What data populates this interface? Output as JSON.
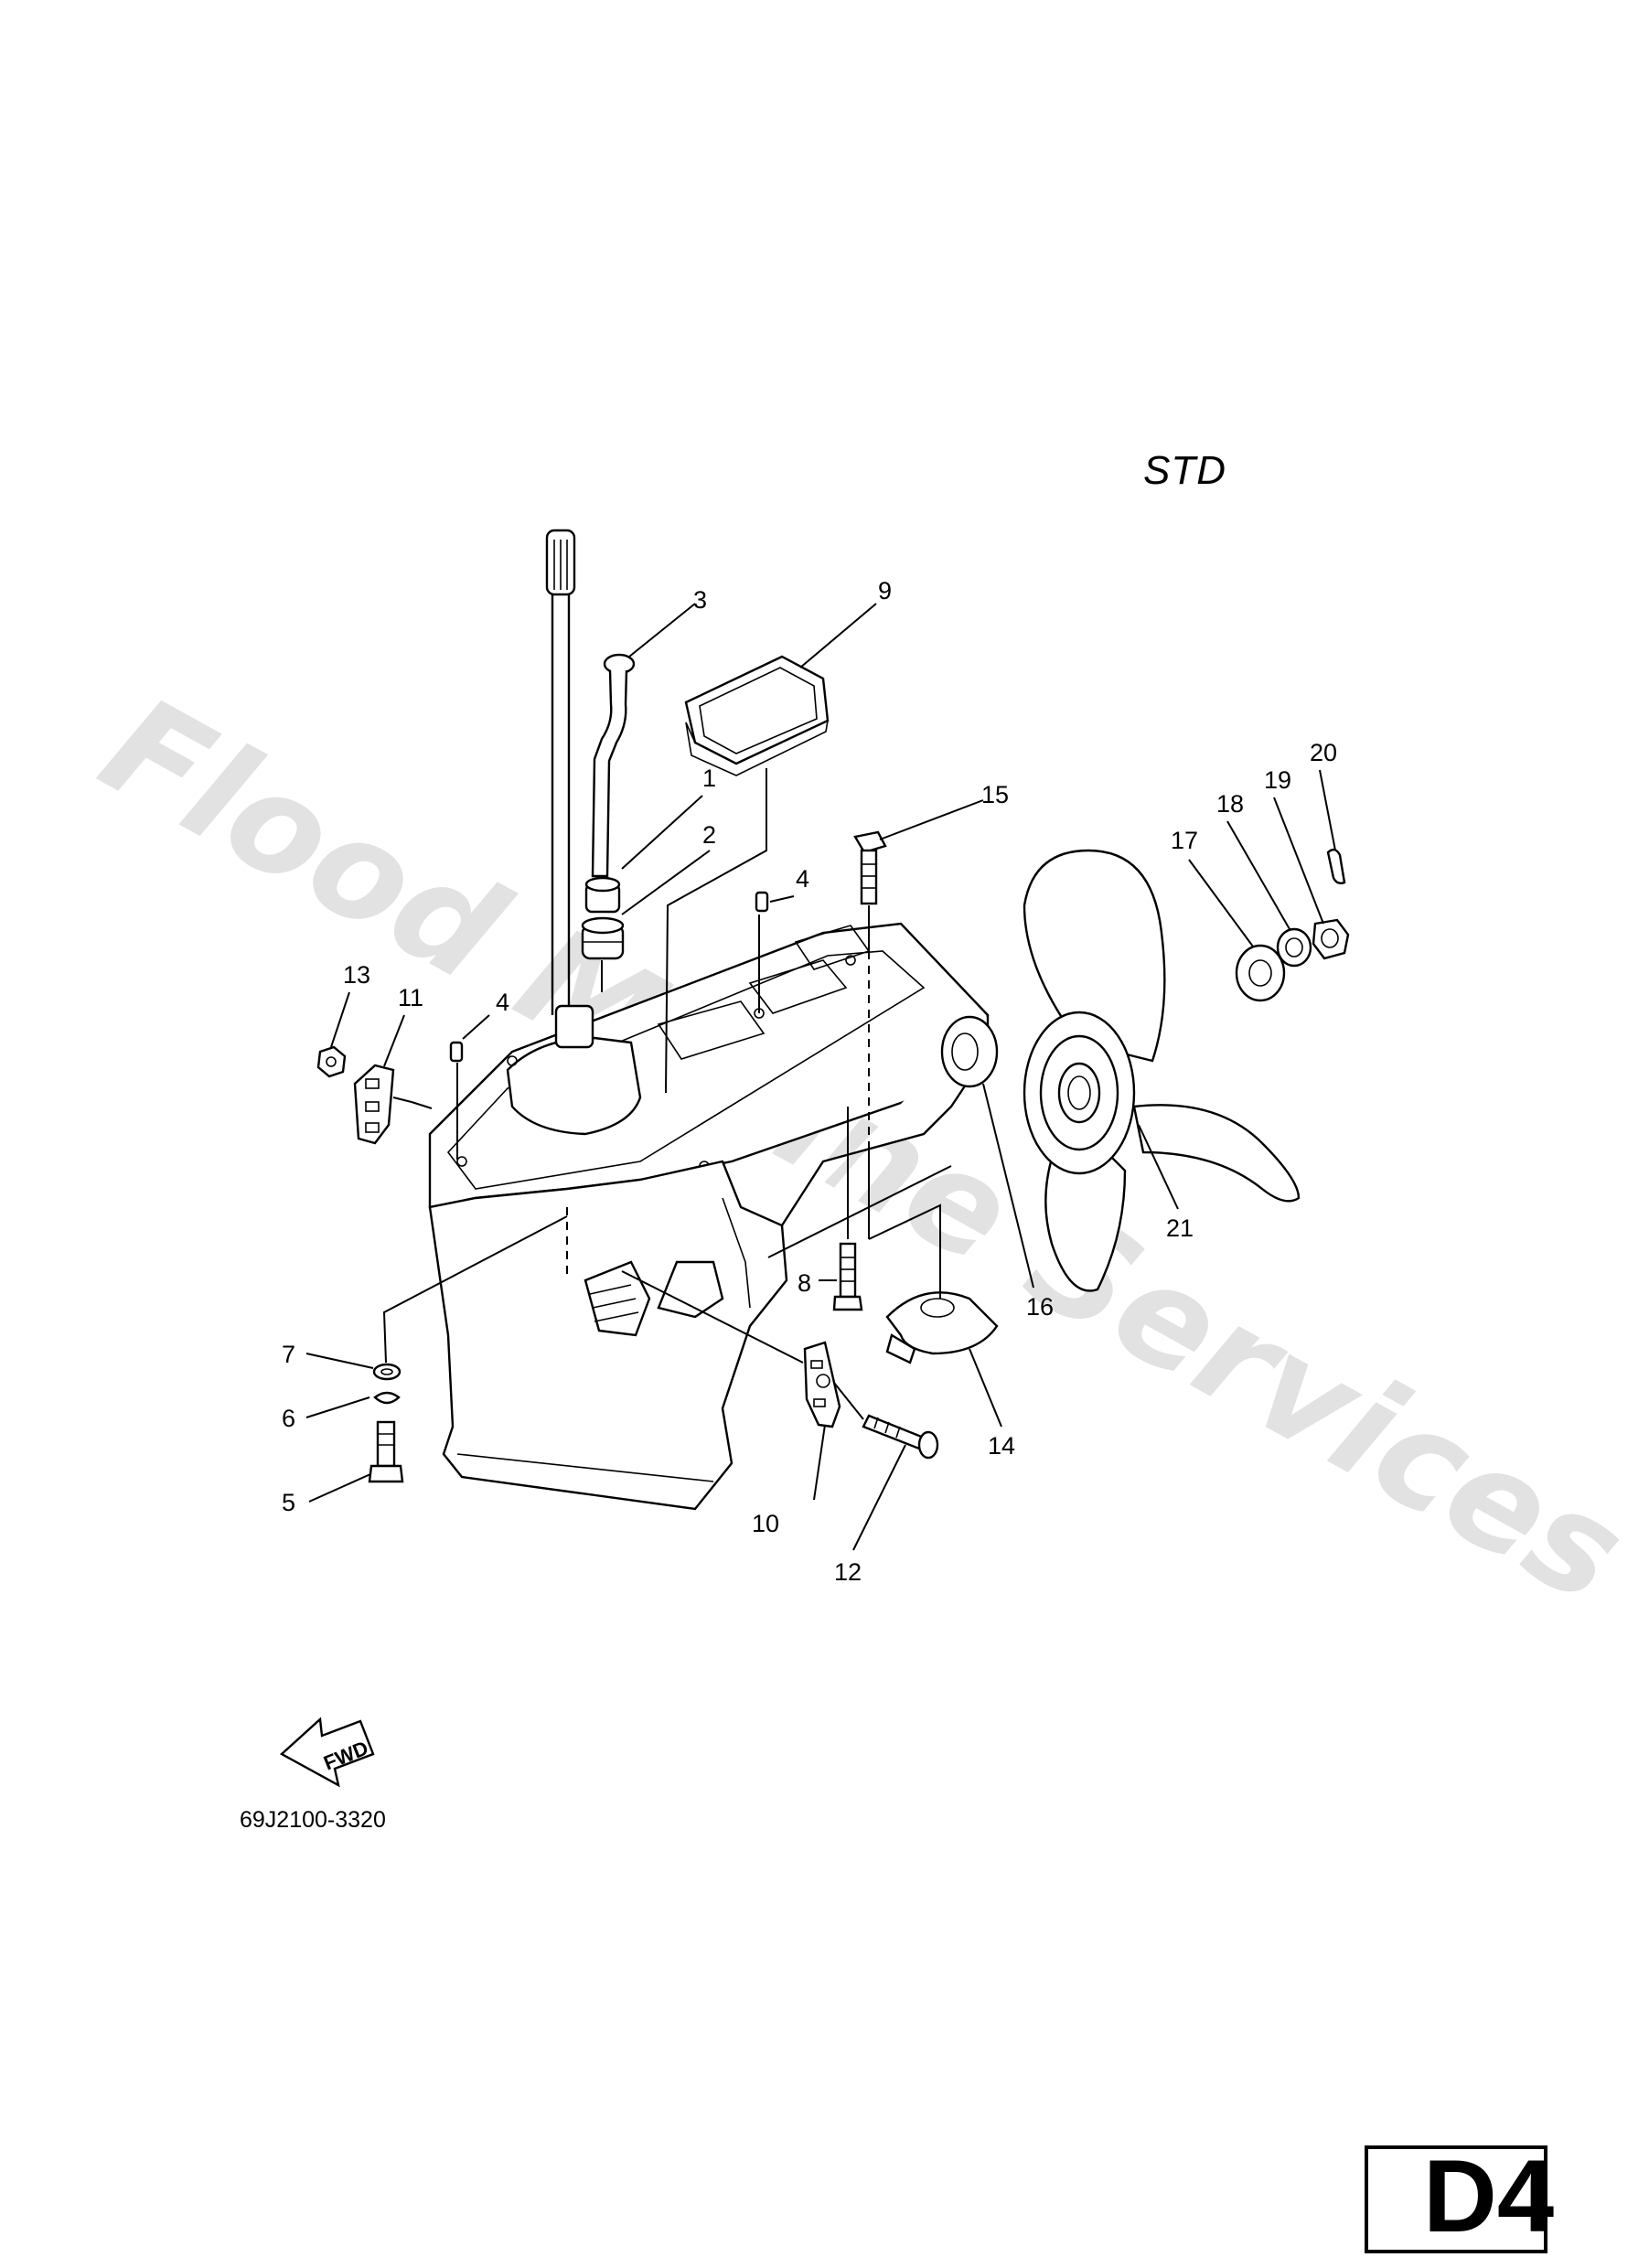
{
  "variant_label": "STD",
  "diagram_code": "69J2100-3320",
  "section_label": "D4",
  "watermark": "Flood Marine Services",
  "fwd_label": "FWD",
  "callouts": [
    {
      "id": "c1",
      "text": "1"
    },
    {
      "id": "c2",
      "text": "2"
    },
    {
      "id": "c3",
      "text": "3"
    },
    {
      "id": "c4a",
      "text": "4"
    },
    {
      "id": "c4b",
      "text": "4"
    },
    {
      "id": "c5",
      "text": "5"
    },
    {
      "id": "c6",
      "text": "6"
    },
    {
      "id": "c7",
      "text": "7"
    },
    {
      "id": "c8",
      "text": "8"
    },
    {
      "id": "c9",
      "text": "9"
    },
    {
      "id": "c10",
      "text": "10"
    },
    {
      "id": "c11",
      "text": "11"
    },
    {
      "id": "c12",
      "text": "12"
    },
    {
      "id": "c13",
      "text": "13"
    },
    {
      "id": "c14",
      "text": "14"
    },
    {
      "id": "c15",
      "text": "15"
    },
    {
      "id": "c16",
      "text": "16"
    },
    {
      "id": "c17",
      "text": "17"
    },
    {
      "id": "c18",
      "text": "18"
    },
    {
      "id": "c19",
      "text": "19"
    },
    {
      "id": "c20",
      "text": "20"
    },
    {
      "id": "c21",
      "text": "21"
    }
  ]
}
